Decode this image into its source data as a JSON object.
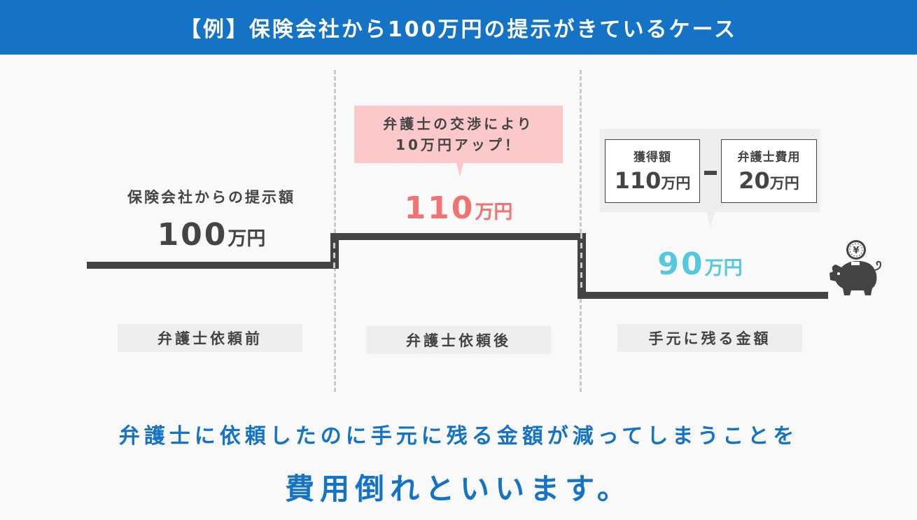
{
  "header": {
    "title": "【例】保険会社から100万円の提示がきているケース"
  },
  "colors": {
    "header_bg": "#1473c4",
    "line": "#444444",
    "pink_amount": "#f07373",
    "pink_bubble": "#fcc9cb",
    "blue_amount": "#56c8dd",
    "conclusion_text": "#1473c4",
    "tag_bg": "#eeeeee"
  },
  "before": {
    "caption": "保険会社からの提示額",
    "amount": "100",
    "unit": "万円",
    "tag": "弁護士依頼前"
  },
  "after": {
    "bubble_line1": "弁護士の交渉により",
    "bubble_line2": "10万円アップ！",
    "amount": "110",
    "unit": "万円",
    "tag": "弁護士依頼後"
  },
  "remaining": {
    "gain_title": "獲得額",
    "gain_amount": "110",
    "gain_unit": "万円",
    "operator": "−",
    "fee_title": "弁護士費用",
    "fee_amount": "20",
    "fee_unit": "万円",
    "amount": "90",
    "unit": "万円",
    "tag": "手元に残る金額",
    "icon": "piggy-bank-yen-icon"
  },
  "conclusion": {
    "line1": "弁護士に依頼したのに手元に残る金額が減ってしまうことを",
    "line2": "費用倒れといいます。"
  }
}
